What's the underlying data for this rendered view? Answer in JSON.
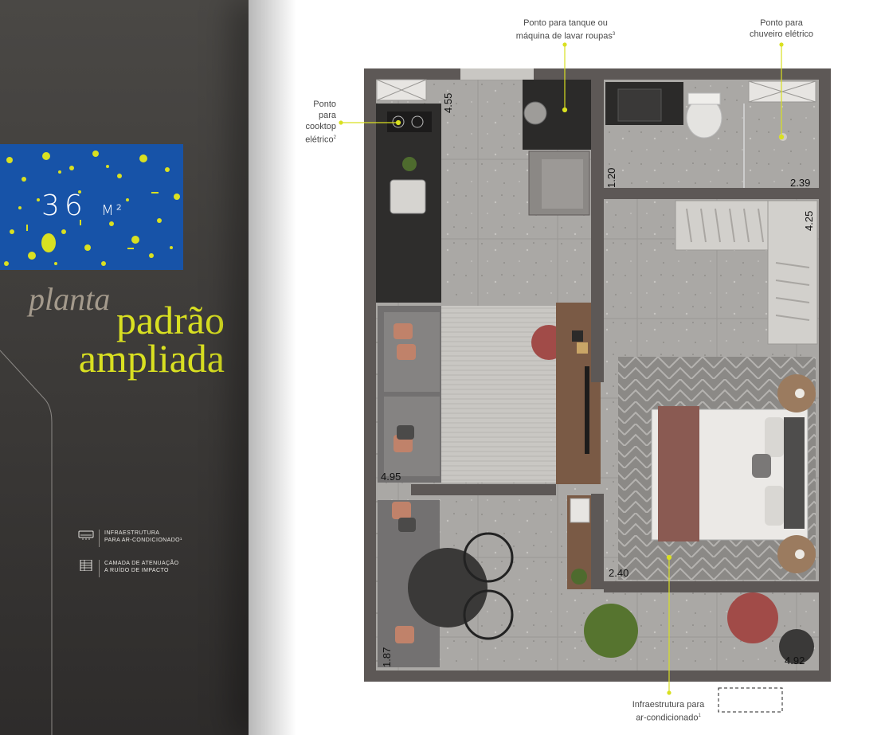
{
  "brochure": {
    "area_number": "36",
    "area_unit": "M²",
    "title_script": "planta",
    "title_line1": "padrão",
    "title_line2": "ampliada"
  },
  "legend": [
    {
      "icon": "air-conditioner-icon",
      "line1": "INFRAESTRUTURA",
      "line2": "PARA AR-CONDICIONADO¹"
    },
    {
      "icon": "impact-noise-layer-icon",
      "line1": "CAMADA DE ATENUAÇÃO",
      "line2": "A RUÍDO DE IMPACTO"
    }
  ],
  "callouts": {
    "washer": {
      "line1": "Ponto para tanque ou",
      "line2": "máquina de lavar roupas",
      "sup": "3"
    },
    "shower": {
      "line1": "Ponto para",
      "line2": "chuveiro elétrico"
    },
    "cooktop": {
      "line1": "Ponto",
      "line2": "para",
      "line3": "cooktop",
      "line4": "elétrico",
      "sup": "2"
    },
    "ac": {
      "line1": "Infraestrutura para",
      "line2": "ar-condicionado",
      "sup": "1"
    }
  },
  "dimensions": [
    "4.55",
    "1.20",
    "2.39",
    "4.25",
    "4.95",
    "2.40",
    "1.87",
    "4.92"
  ],
  "colors": {
    "accent": "#d9e021",
    "badge": "#1753a8",
    "wall": "#5d5856",
    "floor": "#a9a7a4",
    "wood": "#7a5a45"
  }
}
